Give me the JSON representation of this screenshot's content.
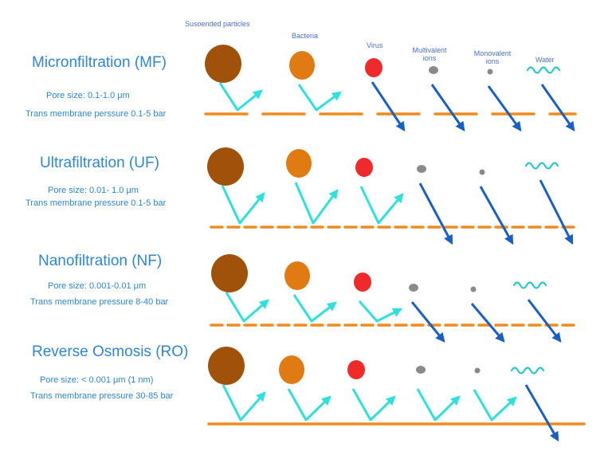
{
  "headers": {
    "suspended": "Susoended particles",
    "bacteria": "Bacteria",
    "virus": "Virus",
    "multivalent": "Multivalent ions",
    "monovalent": "Monovalent ions",
    "water": "Water"
  },
  "rows": [
    {
      "title": "Micronfiltration (MF)",
      "pore": "Pore size:   0.1-1.0 μm",
      "pressure": "Trans membrane perssure 0.1-5 bar",
      "membrane": "gapped",
      "rejected": [
        "suspended",
        "bacteria"
      ],
      "passed": [
        "virus",
        "multivalent",
        "monovalent",
        "water"
      ]
    },
    {
      "title": "Ultrafiltration (UF)",
      "pore": "Pore size: 0.01- 1.0 μm",
      "pressure": "Trans membrane pressure 0.1-5 bar",
      "membrane": "dashed",
      "rejected": [
        "suspended",
        "bacteria",
        "virus"
      ],
      "passed": [
        "multivalent",
        "monovalent",
        "water"
      ]
    },
    {
      "title": "Nanofiltration (NF)",
      "pore": "Pore size: 0.001-0.01 μm",
      "pressure": "Trans membrane pressure 8-40 bar",
      "membrane": "dashed",
      "rejected": [
        "suspended",
        "bacteria",
        "virus"
      ],
      "passed": [
        "multivalent",
        "monovalent",
        "water"
      ]
    },
    {
      "title": "Reverse Osmosis (RO)",
      "pore": "Pore size: < 0.001 μm  (1 nm)",
      "pressure": "Trans membrane pressure 30-85 bar",
      "membrane": "solid",
      "rejected": [
        "suspended",
        "bacteria",
        "virus",
        "multivalent",
        "monovalent"
      ],
      "passed": [
        "water"
      ]
    }
  ],
  "colors": {
    "text": "#2e86d4",
    "header": "#4a6fc4",
    "membrane": "#f08c1e",
    "reject_arrow": "#2fe0dc",
    "pass_arrow": "#1a5fc4",
    "suspended": "#a0520a",
    "bacteria": "#e07a12",
    "virus": "#ee2a2a",
    "ion": "#8a8a8a",
    "water": "#26c6cc"
  }
}
